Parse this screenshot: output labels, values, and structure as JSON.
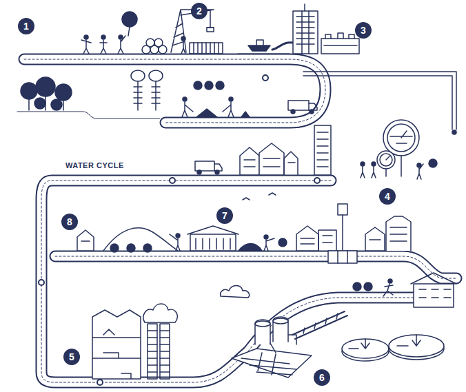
{
  "diagram": {
    "labels": [
      "1",
      "2",
      "3",
      "WATER CYCLE",
      "4",
      "8",
      "7",
      "5",
      "6"
    ]
  }
}
